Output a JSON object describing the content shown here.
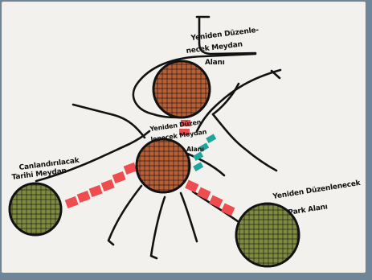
{
  "labels": {
    "top_plaza_line1": "Yeniden Düzenle-",
    "top_plaza_line2": "necek Meydan",
    "top_plaza_line3": "Alanı",
    "center_plaza_line1": "Yeniden Düzen",
    "center_plaza_line2": "lenecek Meydan",
    "center_plaza_line3": "Alanı",
    "historic_plaza_line1": "Canlandırılacak",
    "historic_plaza_line2": "Tarihi Meydan",
    "park_line1": "Yeniden Düzenlenecek",
    "park_line2": "Park Alanı"
  },
  "colors": {
    "orange_fill": "#b85f35",
    "green_fill": "#7e8a3f",
    "red_marks": "#ee4c4f",
    "teal_marks": "#1fa59b"
  }
}
